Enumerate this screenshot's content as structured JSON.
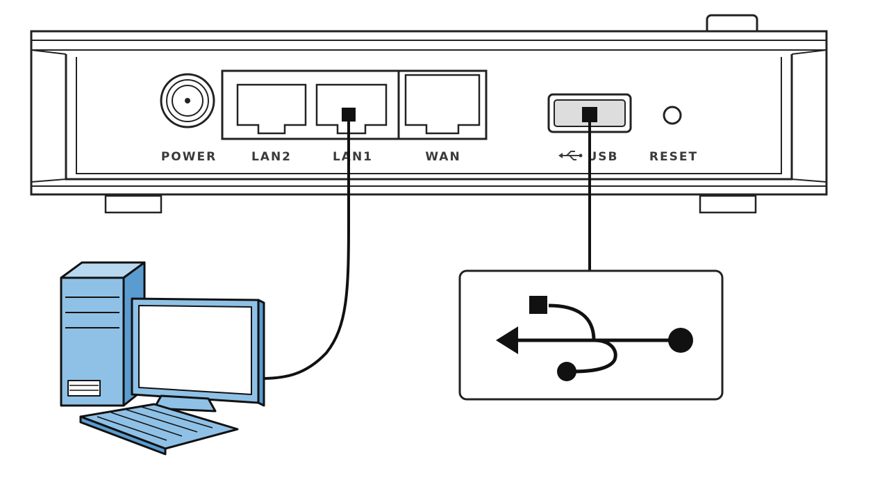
{
  "diagram": {
    "router": {
      "ports": [
        {
          "id": "power",
          "label": "POWER"
        },
        {
          "id": "lan2",
          "label": "LAN2"
        },
        {
          "id": "lan1",
          "label": "LAN1"
        },
        {
          "id": "wan",
          "label": "WAN"
        },
        {
          "id": "usb",
          "label": "USB",
          "icon": "usb-trident-icon"
        },
        {
          "id": "reset",
          "label": "RESET"
        }
      ],
      "antenna": true
    },
    "connections": [
      {
        "from": "LAN1",
        "to": "desktop computer"
      },
      {
        "from": "USB",
        "to": "USB device"
      }
    ],
    "devices": {
      "computer": {
        "icon": "desktop-computer-icon"
      },
      "usb_device": {
        "icon": "usb-symbol-icon"
      }
    },
    "colors": {
      "line": "#111111",
      "router_body": "#ffffff",
      "pc_accent": "#8fc1e6",
      "pc_accent_dark": "#5b9cd0"
    }
  }
}
